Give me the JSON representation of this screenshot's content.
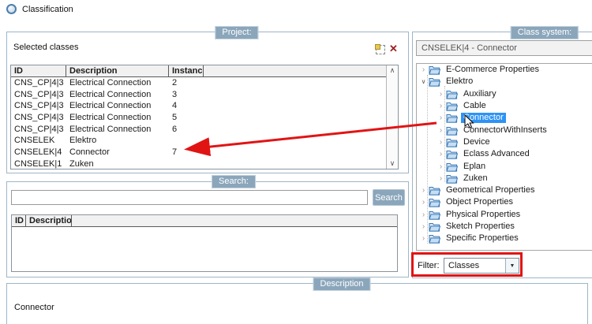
{
  "window": {
    "title": "Classification"
  },
  "project": {
    "badge": "Project:",
    "header": "Selected classes",
    "table": {
      "columns": [
        "ID",
        "Description",
        "Instance"
      ],
      "rows": [
        [
          "CNS_CP|4|3",
          "Electrical Connection",
          "2"
        ],
        [
          "CNS_CP|4|3",
          "Electrical Connection",
          "3"
        ],
        [
          "CNS_CP|4|3",
          "Electrical Connection",
          "4"
        ],
        [
          "CNS_CP|4|3",
          "Electrical Connection",
          "5"
        ],
        [
          "CNS_CP|4|3",
          "Electrical Connection",
          "6"
        ],
        [
          "CNSELEK",
          "Elektro",
          ""
        ],
        [
          "CNSELEK|4",
          "Connector",
          "7"
        ],
        [
          "CNSELEK|1",
          "Zuken",
          ""
        ]
      ]
    }
  },
  "search": {
    "badge": "Search:",
    "input_value": "",
    "button_label": "Search",
    "table": {
      "columns": [
        "ID",
        "Description"
      ],
      "rows": []
    }
  },
  "class_system": {
    "badge": "Class system:",
    "selected_path": "CNSELEK|4 - Connector",
    "tree": [
      {
        "label": "E-Commerce Properties",
        "level": 0,
        "state": "collapsed",
        "selected": false
      },
      {
        "label": "Elektro",
        "level": 0,
        "state": "expanded",
        "selected": false
      },
      {
        "label": "Auxiliary",
        "level": 1,
        "state": "collapsed",
        "selected": false
      },
      {
        "label": "Cable",
        "level": 1,
        "state": "collapsed",
        "selected": false
      },
      {
        "label": "Connector",
        "level": 1,
        "state": "collapsed",
        "selected": true
      },
      {
        "label": "ConnectorWithInserts",
        "level": 1,
        "state": "collapsed",
        "selected": false
      },
      {
        "label": "Device",
        "level": 1,
        "state": "collapsed",
        "selected": false
      },
      {
        "label": "Eclass Advanced",
        "level": 1,
        "state": "collapsed",
        "selected": false
      },
      {
        "label": "Eplan",
        "level": 1,
        "state": "collapsed",
        "selected": false
      },
      {
        "label": "Zuken",
        "level": 1,
        "state": "collapsed",
        "selected": false
      },
      {
        "label": "Geometrical Properties",
        "level": 0,
        "state": "collapsed",
        "selected": false
      },
      {
        "label": "Object Properties",
        "level": 0,
        "state": "collapsed",
        "selected": false
      },
      {
        "label": "Physical Properties",
        "level": 0,
        "state": "collapsed",
        "selected": false
      },
      {
        "label": "Sketch Properties",
        "level": 0,
        "state": "collapsed",
        "selected": false
      },
      {
        "label": "Specific Properties",
        "level": 0,
        "state": "collapsed",
        "selected": false
      }
    ],
    "filter": {
      "label": "Filter:",
      "value": "Classes"
    }
  },
  "description": {
    "badge": "Description",
    "text": "Connector"
  },
  "icons": {
    "close": "✕",
    "scroll_up": "∧",
    "scroll_down": "∨",
    "dropdown_arrow": "▼",
    "collapsed": "›",
    "expanded": "∨"
  },
  "colors": {
    "badge_bg": "#8ba6bb",
    "selection_blue": "#2f93f5",
    "annotation_red": "#e11414"
  }
}
